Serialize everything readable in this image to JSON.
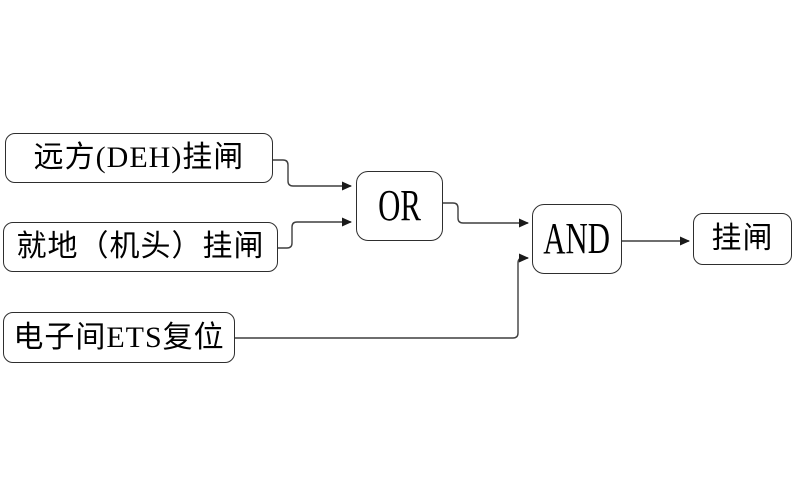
{
  "diagram": {
    "background_color": "#ffffff",
    "box_border_color": "#2e2e2e",
    "line_color": "#3f3f3f",
    "arrow_color": "#1a1a1a",
    "text_color": "#000000",
    "nodes": {
      "input_remote": {
        "label": "远方(DEH)挂闸",
        "type": "input"
      },
      "input_local": {
        "label": "就地（机头）挂闸",
        "type": "input"
      },
      "input_ets": {
        "label": "电子间ETS复位",
        "type": "input"
      },
      "gate_or": {
        "label": "OR",
        "type": "logic-gate"
      },
      "gate_and": {
        "label": "AND",
        "type": "logic-gate"
      },
      "output_latch": {
        "label": "挂闸",
        "type": "output"
      }
    },
    "edges": [
      {
        "from": "input_remote",
        "to": "gate_or"
      },
      {
        "from": "input_local",
        "to": "gate_or"
      },
      {
        "from": "gate_or",
        "to": "gate_and"
      },
      {
        "from": "input_ets",
        "to": "gate_and"
      },
      {
        "from": "gate_and",
        "to": "output_latch"
      }
    ]
  }
}
